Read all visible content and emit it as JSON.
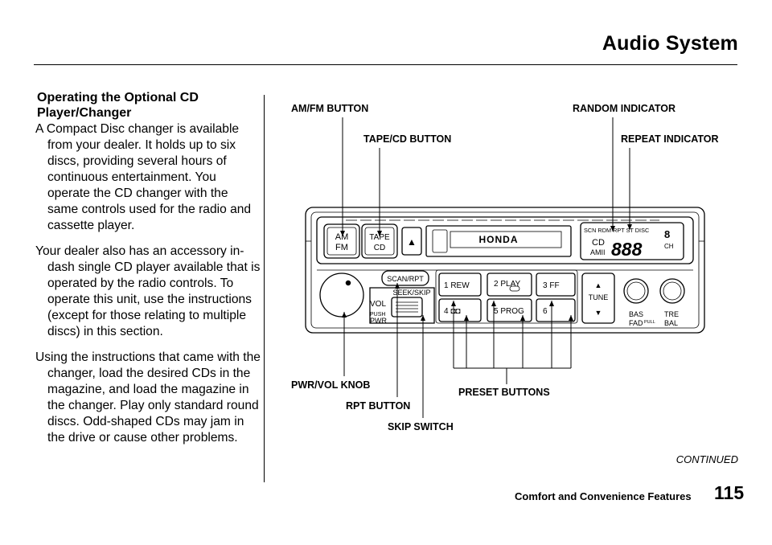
{
  "header": {
    "title": "Audio System"
  },
  "section": {
    "heading_line1": "Operating the Optional CD",
    "heading_line2": "Player/Changer",
    "paragraphs": [
      "A Compact Disc changer is available from your dealer. It holds up to six discs, providing several hours of continuous entertainment. You operate the CD changer with the same controls used for the radio and cassette player.",
      "Your dealer also has an accessory in-dash single CD player available that is operated by the radio controls. To operate this unit, use the instructions (except for those relating to multiple discs) in this section.",
      "Using the instructions that came with the changer, load the desired CDs in the magazine, and load the magazine in the changer. Play only standard round discs. Odd-shaped CDs may jam in the drive or cause other problems."
    ]
  },
  "callouts": {
    "am_fm_button": "AM/FM BUTTON",
    "tape_cd_button": "TAPE/CD BUTTON",
    "random_indicator": "RANDOM INDICATOR",
    "repeat_indicator": "REPEAT INDICATOR",
    "pwr_vol_knob": "PWR/VOL KNOB",
    "rpt_button": "RPT BUTTON",
    "skip_switch": "SKIP SWITCH",
    "preset_buttons": "PRESET BUTTONS"
  },
  "radio": {
    "am": "AM",
    "fm": "FM",
    "tape": "TAPE",
    "cd": "CD",
    "eject_symbol": "▲",
    "brand": "HONDA",
    "display_indicators": "SCN RDM RPT ST DISC",
    "display_cd": "CD",
    "display_amfm": "AMII",
    "display_digits": "888",
    "display_disc_digit": "8",
    "display_ch": "CH",
    "scan_rpt": "SCAN/RPT",
    "seek_skip": "SEEK/SKIP",
    "vol": "VOL",
    "push": "PUSH",
    "pwr": "PWR",
    "preset_1": "1 REW",
    "preset_2": "2 PLAY",
    "preset_3": "3 FF",
    "preset_4": "4 ◘◘",
    "preset_5": "5 PROG",
    "preset_6": "6",
    "tune": "TUNE",
    "tune_up": "▲",
    "tune_down": "▼",
    "bas": "BAS",
    "fad": "FAD",
    "pull": "PULL",
    "tre": "TRE",
    "bal": "BAL"
  },
  "footer": {
    "continued": "CONTINUED",
    "section_name": "Comfort and Convenience Features",
    "page_number": "115"
  }
}
